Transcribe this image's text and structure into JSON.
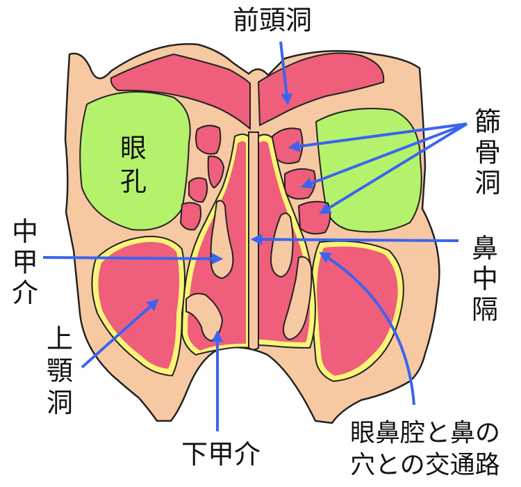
{
  "labels": {
    "frontal_sinus": "前頭洞",
    "ethmoid_sinus": "篩骨洞",
    "orbit": "眼孔",
    "middle_turbinate": "中甲介",
    "nasal_septum": "鼻中隔",
    "maxillary_sinus": "上顎洞",
    "inferior_turbinate": "下甲介",
    "ostium_line1": "眼鼻腔と鼻の",
    "ostium_line2": "穴との交通路"
  },
  "colors": {
    "bone": "#f6c9a2",
    "outline": "#222222",
    "sinus": "#ef5e7b",
    "orbit": "#b4f26c",
    "mucosa": "#fbf577",
    "arrow": "#3a64f0",
    "text": "#111111"
  }
}
